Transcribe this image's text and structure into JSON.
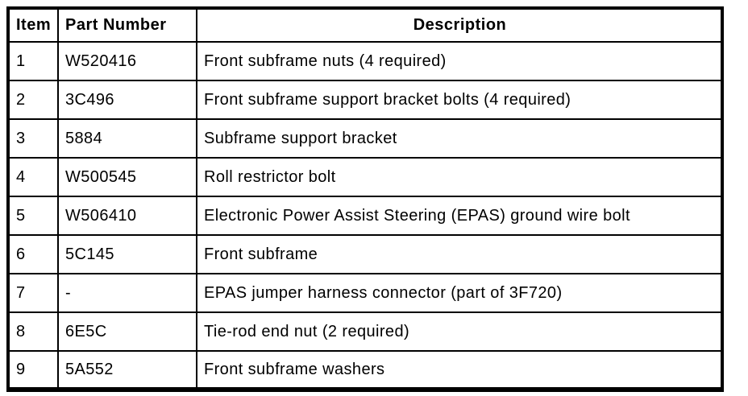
{
  "table": {
    "headers": {
      "item": "Item",
      "part_number": "Part Number",
      "description": "Description"
    },
    "rows": [
      {
        "item": "1",
        "part_number": "W520416",
        "description": "Front subframe nuts (4 required)"
      },
      {
        "item": "2",
        "part_number": "3C496",
        "description": "Front subframe support bracket bolts (4 required)"
      },
      {
        "item": "3",
        "part_number": "5884",
        "description": "Subframe support bracket"
      },
      {
        "item": "4",
        "part_number": "W500545",
        "description": "Roll restrictor bolt"
      },
      {
        "item": "5",
        "part_number": "W506410",
        "description": "Electronic Power Assist Steering (EPAS) ground wire bolt"
      },
      {
        "item": "6",
        "part_number": "5C145",
        "description": "Front subframe"
      },
      {
        "item": "7",
        "part_number": "-",
        "description": "EPAS jumper harness connector (part of 3F720)"
      },
      {
        "item": "8",
        "part_number": "6E5C",
        "description": "Tie-rod end nut (2 required)"
      },
      {
        "item": "9",
        "part_number": "5A552",
        "description": "Front subframe washers"
      }
    ],
    "colors": {
      "border": "#000000",
      "text": "#000000",
      "background": "#ffffff"
    }
  }
}
